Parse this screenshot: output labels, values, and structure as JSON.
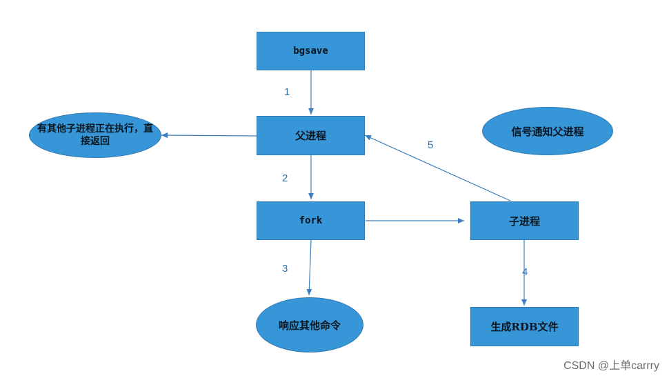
{
  "nodes": {
    "bgsave": "bgsave",
    "parent": "父进程",
    "fork": "fork",
    "child": "子进程",
    "busy_return": "有其他子进程正在执行，直接返回",
    "respond": "响应其他命令",
    "generate_rdb": "生成RDB文件",
    "signal_parent": "信号通知父进程"
  },
  "steps": {
    "s1": "1",
    "s2": "2",
    "s3": "3",
    "s4": "4",
    "s5": "5"
  },
  "watermark": "CSDN @上单carrry",
  "colors": {
    "node_fill": "#3796d8",
    "node_border": "#2f78b0",
    "arrow": "#3a7fbf",
    "step_label": "#2f6fae"
  }
}
